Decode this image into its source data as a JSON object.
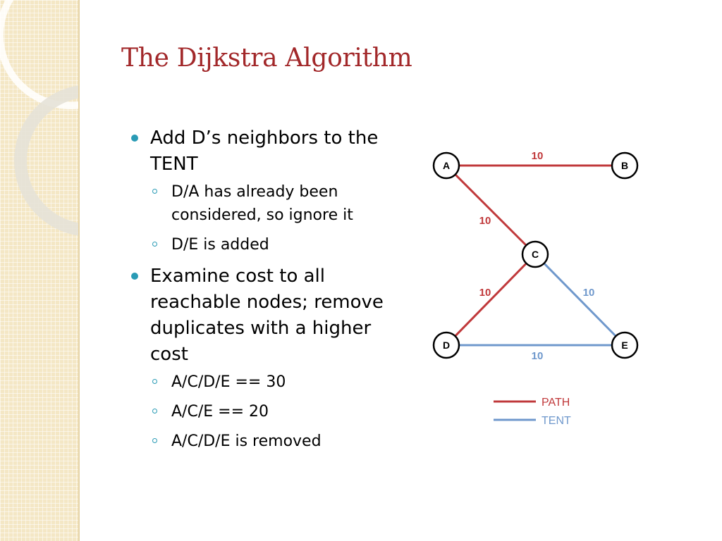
{
  "slide": {
    "title": "The Dijkstra Algorithm",
    "bullets": [
      {
        "text": "Add D’s neighbors to the TENT",
        "sub": [
          "D/A has already been considered, so ignore it",
          "D/E is added"
        ]
      },
      {
        "text": "Examine cost to all reachable nodes; remove duplicates with a higher cost",
        "sub": [
          "A/C/D/E == 30",
          "A/C/E == 20",
          "A/C/D/E is removed"
        ]
      }
    ]
  },
  "graph": {
    "nodes": [
      "A",
      "B",
      "C",
      "D",
      "E"
    ],
    "edges": [
      {
        "from": "A",
        "to": "B",
        "cost": "10",
        "type": "path"
      },
      {
        "from": "A",
        "to": "C",
        "cost": "10",
        "type": "path"
      },
      {
        "from": "C",
        "to": "D",
        "cost": "10",
        "type": "path"
      },
      {
        "from": "C",
        "to": "E",
        "cost": "10",
        "type": "tent"
      },
      {
        "from": "D",
        "to": "E",
        "cost": "10",
        "type": "tent"
      }
    ],
    "legend": [
      {
        "label": "PATH",
        "type": "path"
      },
      {
        "label": "TENT",
        "type": "tent"
      }
    ],
    "colors": {
      "path": "#c0393b",
      "tent": "#6f98cc"
    }
  }
}
